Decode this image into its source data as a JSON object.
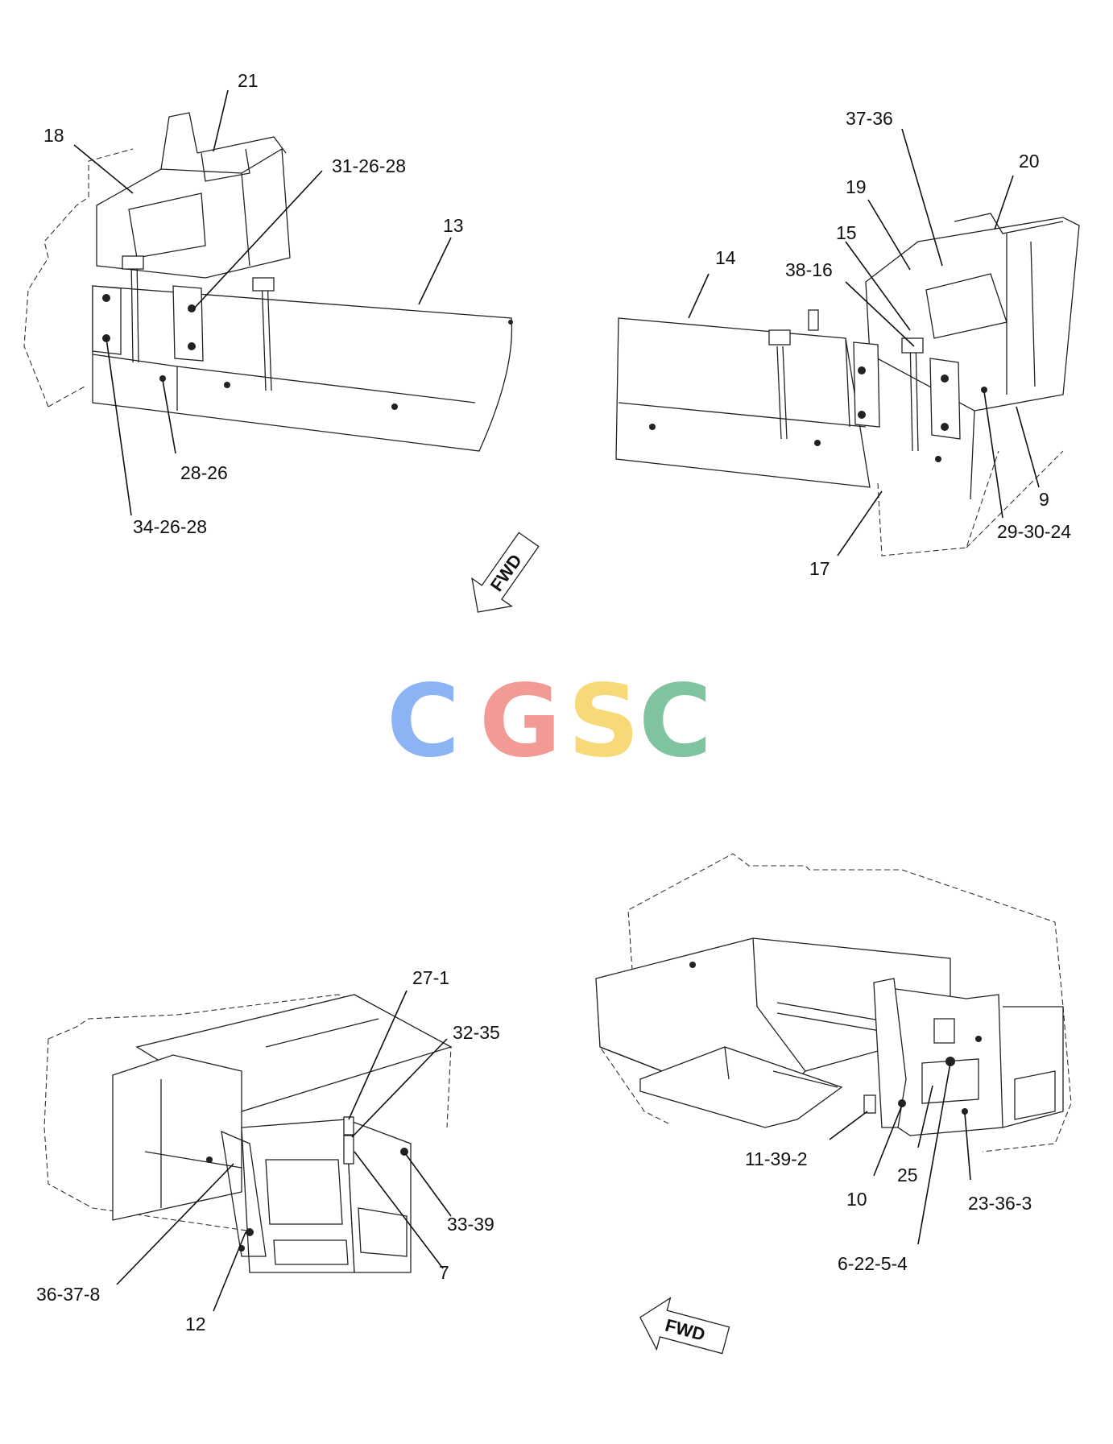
{
  "logo": {
    "letters": [
      {
        "char": "C",
        "color": "#8cb4f5"
      },
      {
        "char": "G",
        "color": "#f29a94"
      },
      {
        "char": "S",
        "color": "#f8d977"
      },
      {
        "char": "C",
        "color": "#7fc39f"
      }
    ]
  },
  "fwd_arrows": [
    {
      "label": "FWD",
      "direction": "southwest"
    },
    {
      "label": "FWD",
      "direction": "west"
    }
  ],
  "views": {
    "top_left": {
      "callouts": [
        "21",
        "18",
        "31-26-28",
        "13",
        "28-26",
        "34-26-28"
      ]
    },
    "top_right": {
      "callouts": [
        "37-36",
        "20",
        "19",
        "15",
        "14",
        "38-16",
        "9",
        "29-30-24",
        "17"
      ]
    },
    "bottom_left": {
      "callouts": [
        "27-1",
        "32-35",
        "33-39",
        "7",
        "36-37-8",
        "12"
      ]
    },
    "bottom_right": {
      "callouts": [
        "11-39-2",
        "10",
        "25",
        "23-36-3",
        "6-22-5-4"
      ]
    }
  }
}
